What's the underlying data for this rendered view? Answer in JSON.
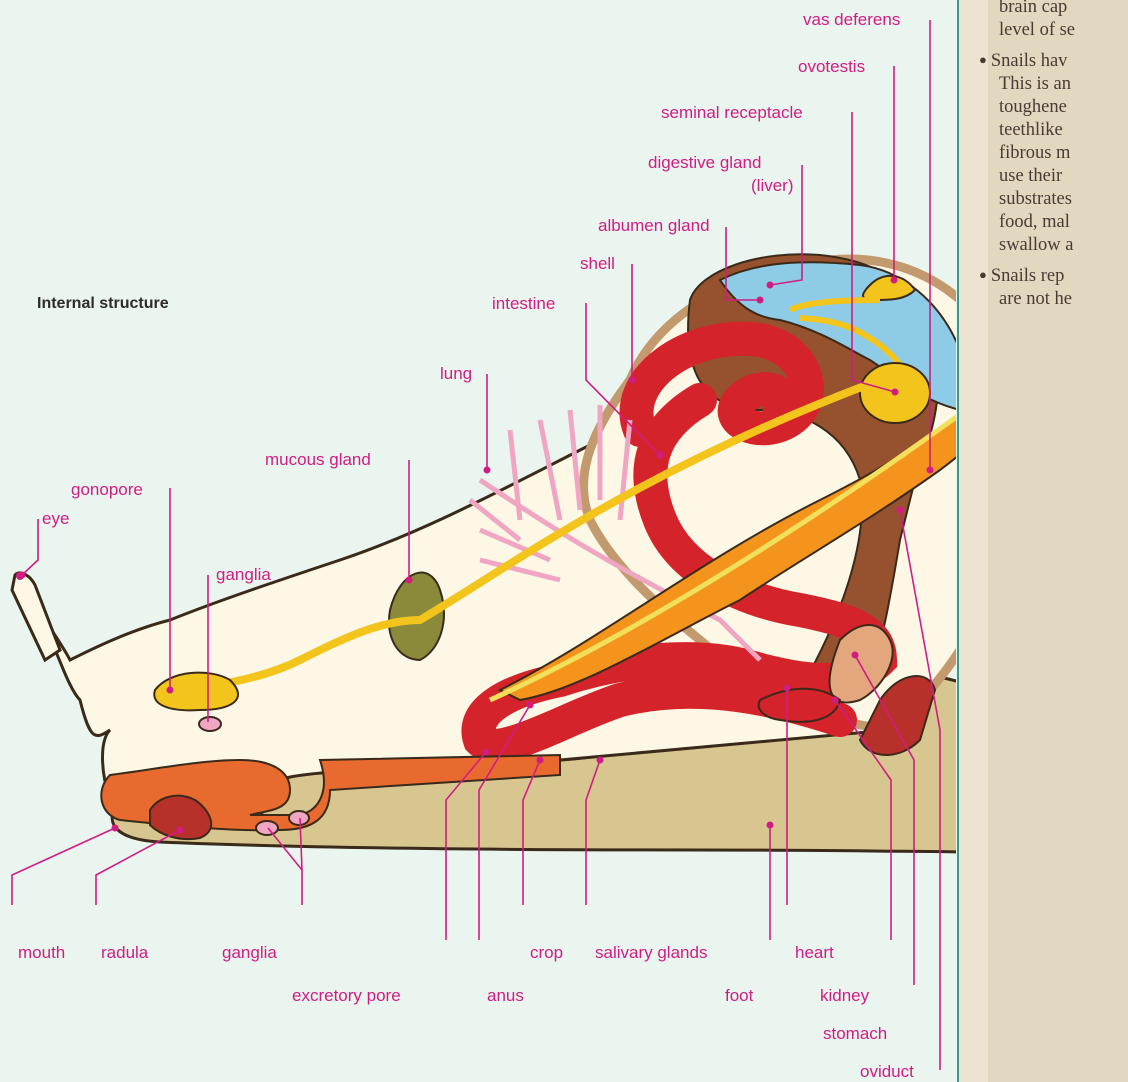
{
  "diagram": {
    "caption": "Internal structure",
    "labels": {
      "vas_deferens": "vas deferens",
      "ovotestis": "ovotestis",
      "seminal_receptacle": "seminal receptacle",
      "digestive_gland": "digestive gland",
      "digestive_gland_sub": "(liver)",
      "albumen_gland": "albumen gland",
      "shell": "shell",
      "intestine": "intestine",
      "lung": "lung",
      "mucous_gland": "mucous gland",
      "gonopore": "gonopore",
      "eye": "eye",
      "ganglia_top": "ganglia",
      "mouth": "mouth",
      "radula": "radula",
      "ganglia_bottom": "ganglia",
      "excretory_pore": "excretory pore",
      "anus": "anus",
      "crop": "crop",
      "salivary_glands": "salivary glands",
      "foot": "foot",
      "heart": "heart",
      "kidney": "kidney",
      "stomach": "stomach",
      "oviduct": "oviduct"
    },
    "colors": {
      "label": "#d11c84",
      "foot": "#d8c690",
      "body": "#fdf8e6",
      "shell": "#c29a6e",
      "liver": "#96522e",
      "red_organ": "#d4232b",
      "orange_organ": "#f5941d",
      "yellow": "#f3c51c",
      "blue_gland": "#8ecbe6",
      "pink": "#f0a6c2"
    }
  },
  "side_text": {
    "lines": [
      "brain cap",
      "level of se",
      "Snails hav",
      "This is an",
      "toughene",
      "teethlike",
      "fibrous m",
      "use their",
      "substrates",
      "food, mal",
      "swallow a",
      "Snails rep",
      "are not he"
    ]
  }
}
